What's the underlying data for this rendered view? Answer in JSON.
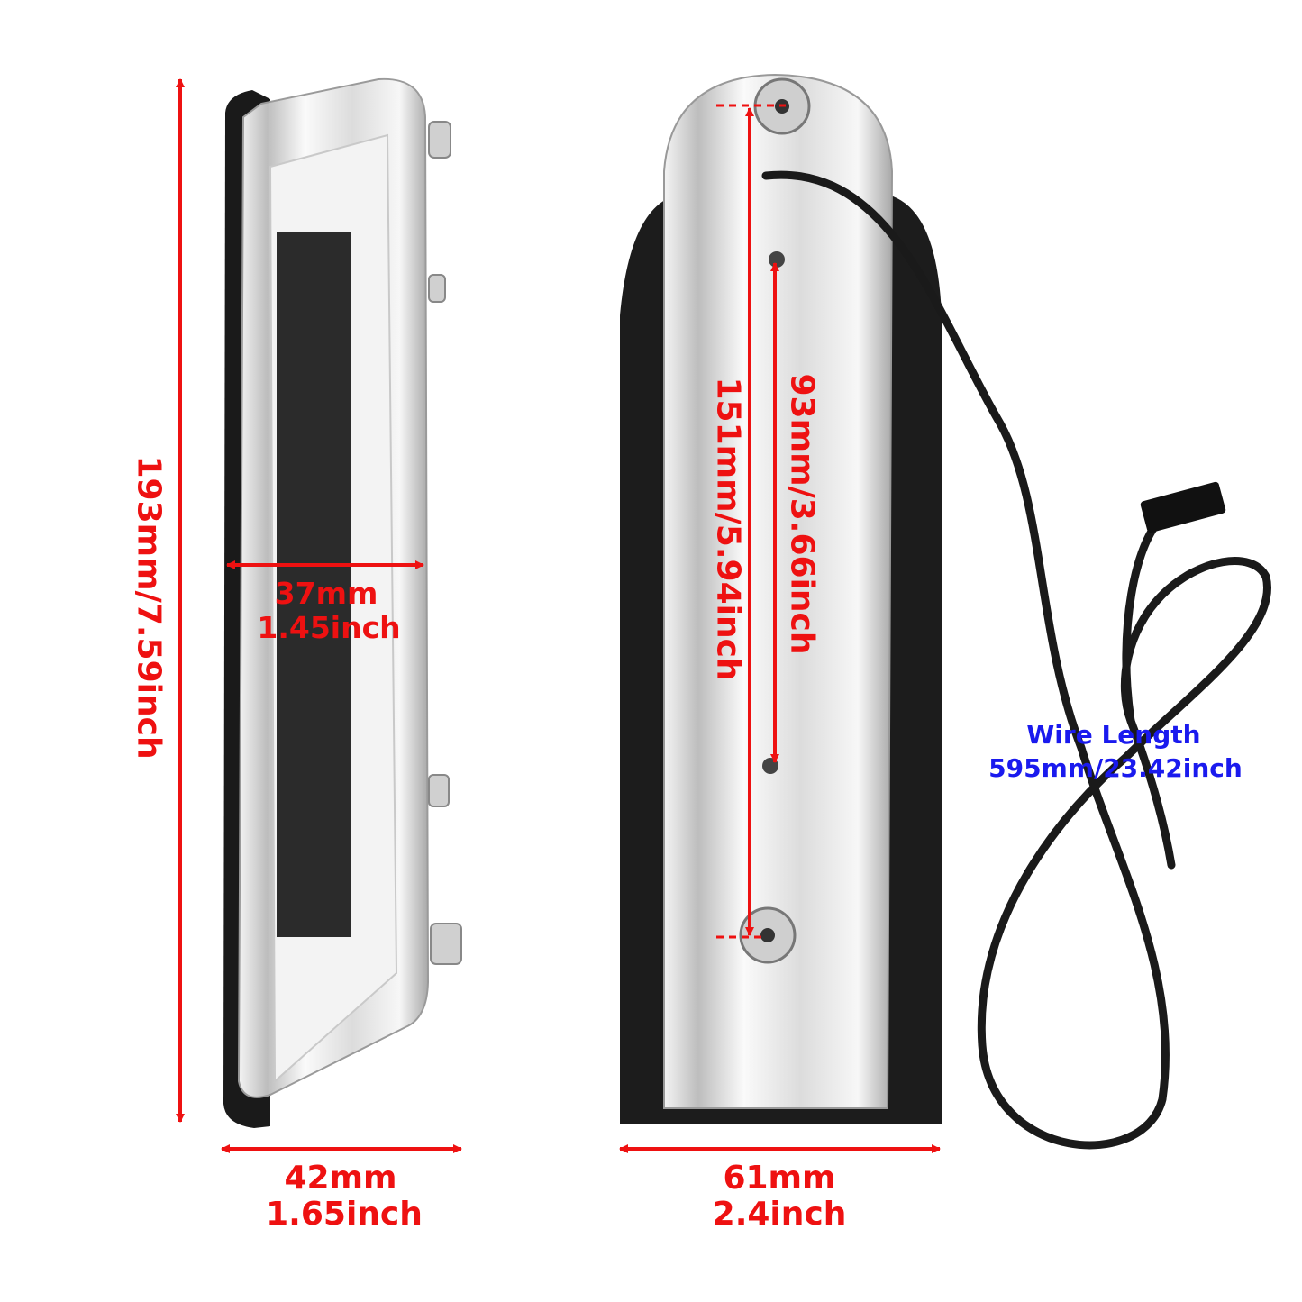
{
  "dimensions": {
    "height_overall": "193mm/7.59inch",
    "inner_width_mm": "37mm",
    "inner_width_inch": "1.45inch",
    "side_depth_mm": "42mm",
    "side_depth_inch": "1.65inch",
    "hole_span_outer": "151mm/5.94inch",
    "hole_span_inner": "93mm/3.66inch",
    "front_width_mm": "61mm",
    "front_width_inch": "2.4inch"
  },
  "wire": {
    "title": "Wire Length",
    "length": "595mm/23.42inch"
  },
  "colors": {
    "dimension": "#ee1111",
    "wire_label": "#1a1aee",
    "chrome": "#d8d8d8",
    "gasket": "#1a1a1a"
  }
}
